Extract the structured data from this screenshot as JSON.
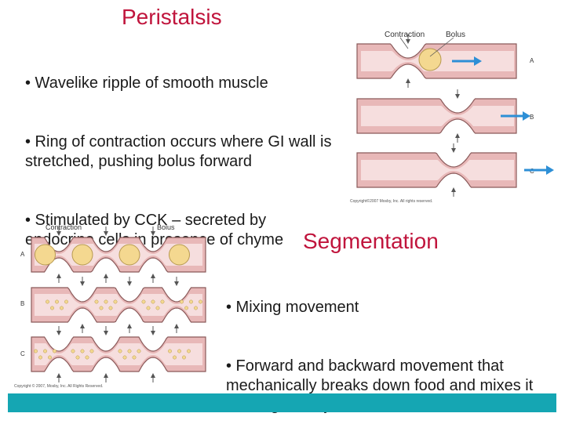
{
  "peristalsis": {
    "title": "Peristalsis",
    "bullets": [
      "• Wavelike ripple of smooth muscle",
      "• Ring of contraction occurs where GI wall is stretched, pushing bolus forward",
      "• Stimulated by CCK – secreted by endocrine cells in presence of chyme"
    ],
    "figure": {
      "label_contraction": "Contraction",
      "label_bolus": "Bolus",
      "rows": [
        "A",
        "B",
        "C"
      ],
      "copyright": "Copyright©2007 Mosby, Inc. All rights reserved."
    }
  },
  "segmentation": {
    "title": "Segmentation",
    "bullets": [
      "• Mixing movement",
      "• Forward and backward movement that mechanically breaks down food and mixes it with digestive juices"
    ],
    "figure": {
      "label_contraction": "Contraction",
      "label_bolus": "Bolus",
      "rows": [
        "A",
        "B",
        "C"
      ],
      "copyright": "Copyright © 2007, Mosby, Inc. All Rights Reserved."
    }
  },
  "colors": {
    "title": "#c0143c",
    "tube": "#e8b8b8",
    "tube_stroke": "#8a5a5a",
    "lumen": "#f6dede",
    "bolus": "#f4d890",
    "arrow": "#2d8fd6",
    "bottom_bar": "#15a6b3"
  }
}
